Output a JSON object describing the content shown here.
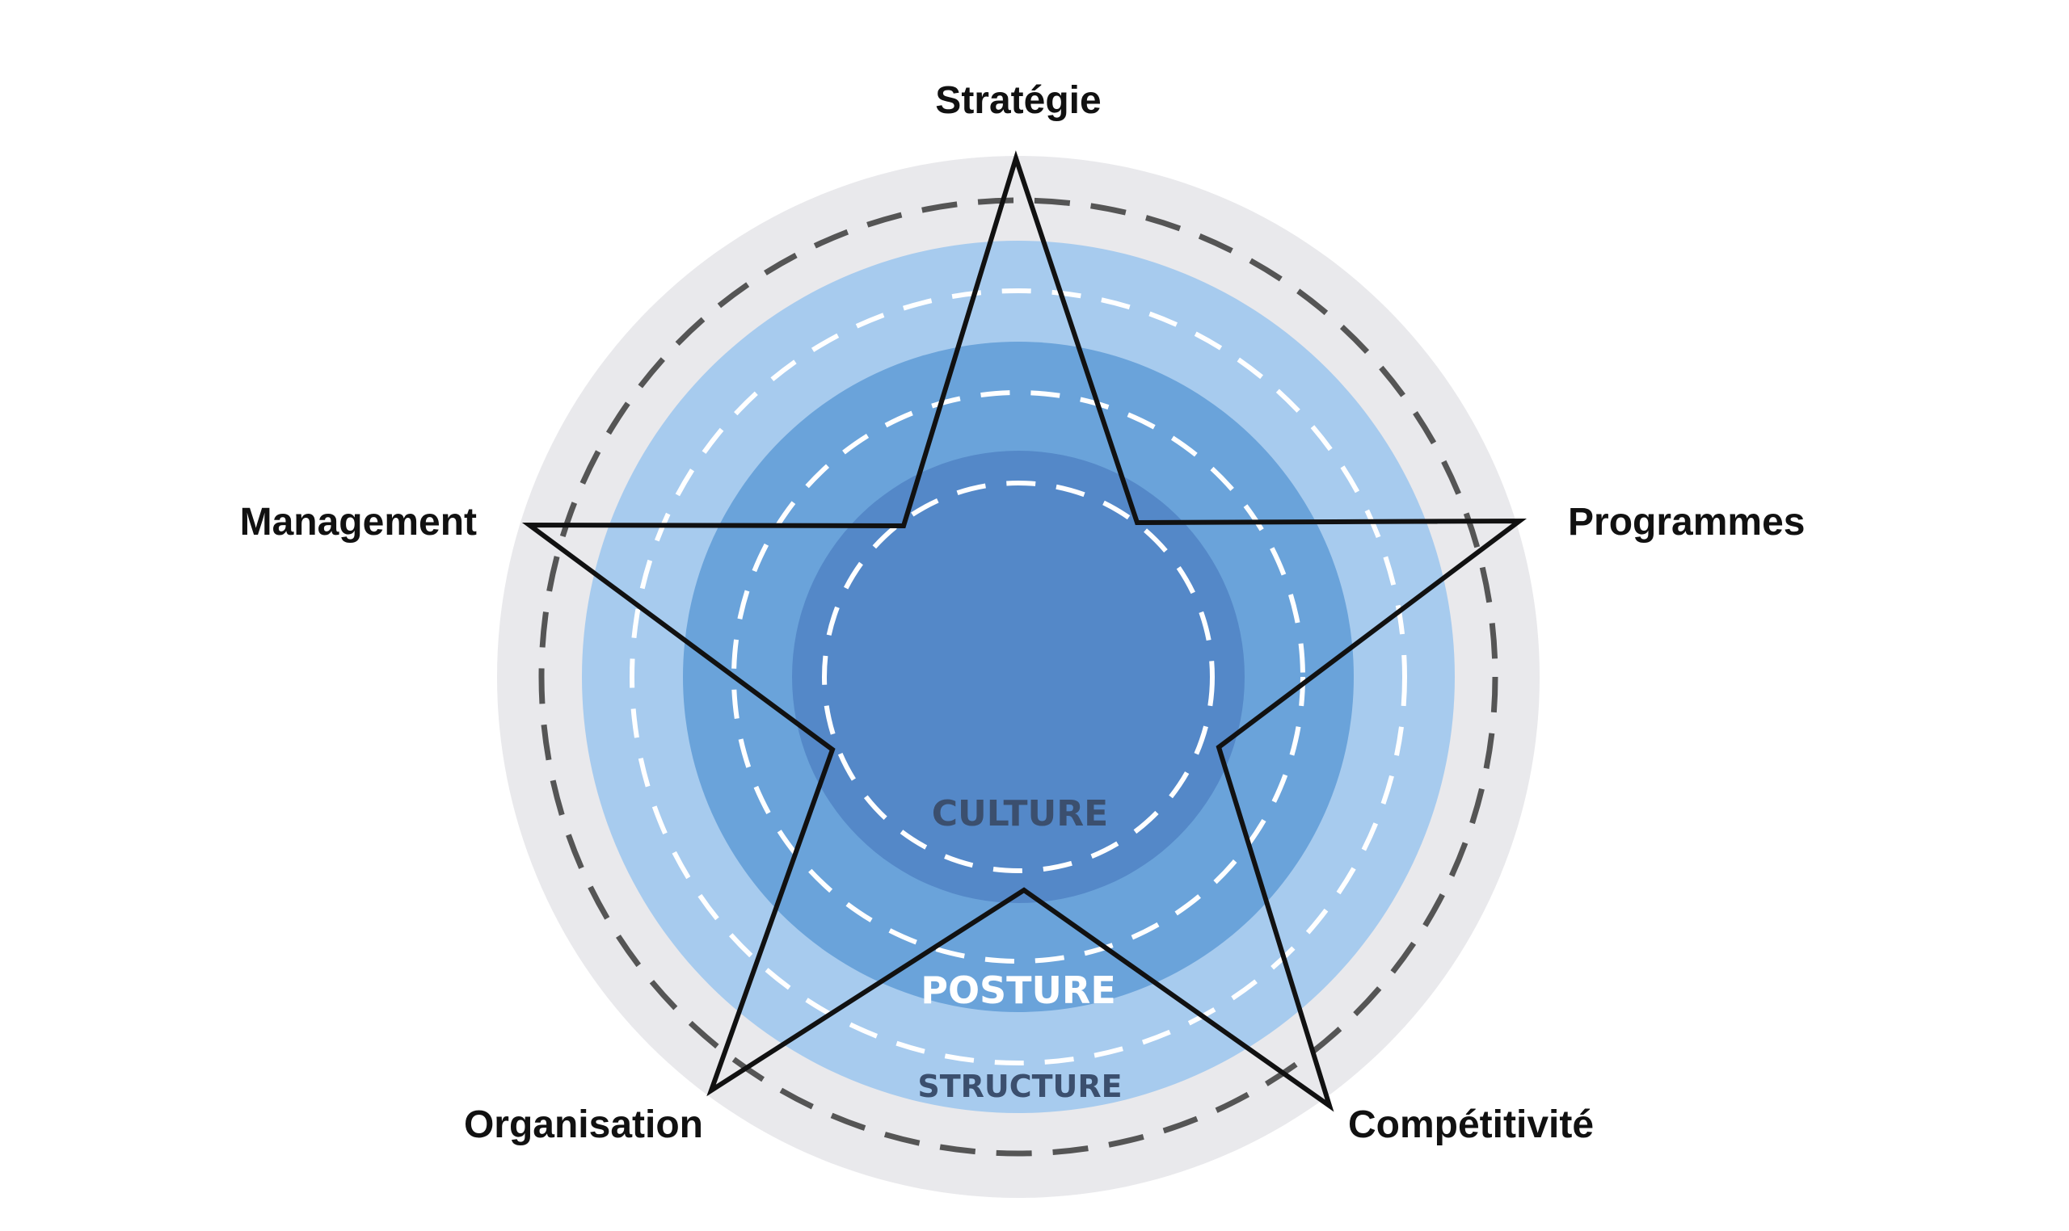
{
  "colors": {
    "outer_ring": "#e9e9ec",
    "structure_ring": "#a7cbee",
    "posture_ring": "#6aa3da",
    "culture_core": "#5488c8",
    "star_stroke": "#111111",
    "outer_dash": "#555555",
    "inner_dash": "#ffffff",
    "culture_text": "#3b4f6e",
    "posture_text": "#ffffff",
    "structure_text": "#3b4f6e"
  },
  "rings": {
    "culture": "CULTURE",
    "posture": "POSTURE",
    "structure": "STRUCTURE"
  },
  "star_points": {
    "top": "Stratégie",
    "right": "Programmes",
    "bottom_right": "Compétitivité",
    "bottom_left": "Organisation",
    "left": "Management"
  }
}
